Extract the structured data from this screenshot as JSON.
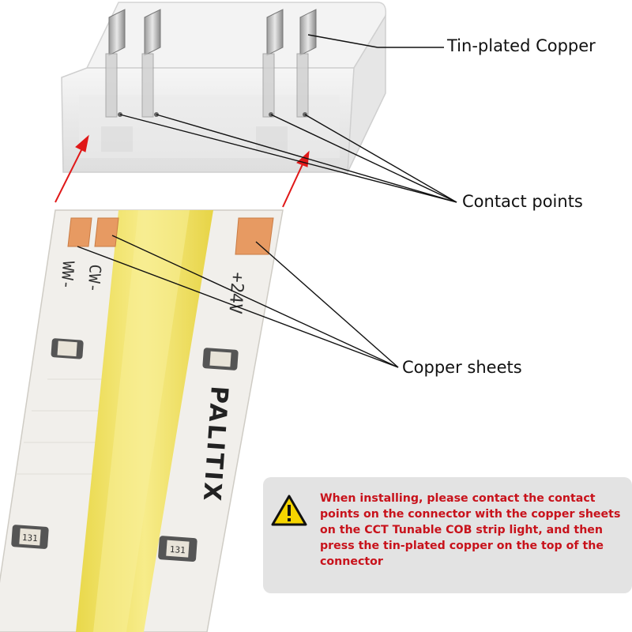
{
  "labels": {
    "tin_plated_copper": "Tin-plated Copper",
    "contact_points": "Contact points",
    "copper_sheets": "Copper sheets"
  },
  "strip": {
    "pad_labels": [
      "WW-",
      "CW-",
      "+24V"
    ],
    "brand": "PALITIX",
    "resistor_code": "131"
  },
  "notice": {
    "icon": "warning-triangle-icon",
    "text": "When installing, please contact the contact points on the connector with the copper sheets on the CCT Tunable COB strip light, and then press the tin-plated copper on the top of the connector"
  },
  "colors": {
    "arrow": "#e01818",
    "notice_text": "#c8121b",
    "notice_bg": "#e3e3e3",
    "cob_yellow": "#f3e46a",
    "copper_pad": "#e79a62"
  }
}
